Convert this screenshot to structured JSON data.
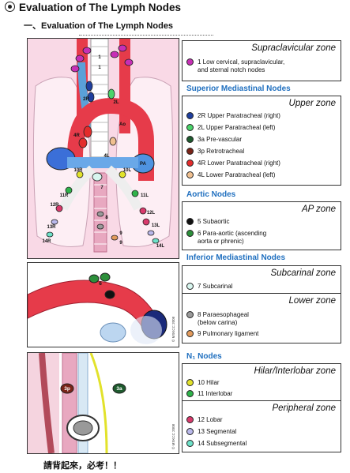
{
  "title": "Evaluation of The Lymph Nodes",
  "subtitle": "一、Evaluation of The Lymph Nodes",
  "legend": {
    "supraclavicular": {
      "zone": "Supraclavicular zone",
      "items": [
        {
          "label": "1 Low cervical, supraclavicular,",
          "label2": "and sternal notch nodes",
          "color": "#c72fb5"
        }
      ]
    },
    "superior": {
      "heading": "Superior Mediastinal Nodes",
      "zone": "Upper zone",
      "items": [
        {
          "label": "2R Upper Paratracheal (right)",
          "color": "#1f3f9e"
        },
        {
          "label": "2L Upper Paratracheal (left)",
          "color": "#4ad36a"
        },
        {
          "label": "3a Pre-vascular",
          "color": "#1e5b2e"
        },
        {
          "label": "3p Retrotracheal",
          "color": "#7a2418"
        },
        {
          "label": "4R Lower Paratracheal (right)",
          "color": "#e32b2b"
        },
        {
          "label": "4L Lower Paratracheal (left)",
          "color": "#f0c090"
        }
      ]
    },
    "aortic": {
      "heading": "Aortic Nodes",
      "zone": "AP zone",
      "items": [
        {
          "label": "5 Subaortic",
          "color": "#111111"
        },
        {
          "label": "6 Para-aortic (ascending",
          "label2": "aorta or phrenic)",
          "color": "#2c8f3a"
        }
      ]
    },
    "inferior": {
      "heading": "Inferior Mediastinal Nodes",
      "zone": "Subcarinal zone",
      "items": [
        {
          "label": "7 Subcarinal",
          "color": "#d8f6ef"
        }
      ]
    },
    "lower": {
      "zone": "Lower zone",
      "items": [
        {
          "label": "8 Paraesophageal",
          "label2": "(below carina)",
          "color": "#9a9a9a"
        },
        {
          "label": "9 Pulmonary ligament",
          "color": "#e29a5c"
        }
      ]
    },
    "n1": {
      "heading": "N₁ Nodes",
      "zone": "Hilar/Interlobar zone",
      "items": [
        {
          "label": "10 Hilar",
          "color": "#e2e22b"
        },
        {
          "label": "11 Interlobar",
          "color": "#2fb34a"
        }
      ]
    },
    "peripheral": {
      "zone": "Peripheral zone",
      "items": [
        {
          "label": "12 Lobar",
          "color": "#d93a6c"
        },
        {
          "label": "13 Segmental",
          "color": "#b9b8ea"
        },
        {
          "label": "14 Subsegmental",
          "color": "#6de1c8"
        }
      ]
    }
  },
  "diagram": {
    "labels": [
      "1",
      "1",
      "2R",
      "2L",
      "4R",
      "4L",
      "Ao",
      "PA",
      "10R",
      "10L",
      "7",
      "11R",
      "11L",
      "12R",
      "12L",
      "13R",
      "13L",
      "14R",
      "14L",
      "8",
      "9",
      "9",
      "6",
      "5",
      "3a",
      "3p"
    ],
    "copyright": "© MSKCC 2008"
  },
  "footer": "請背起來，必考！！"
}
